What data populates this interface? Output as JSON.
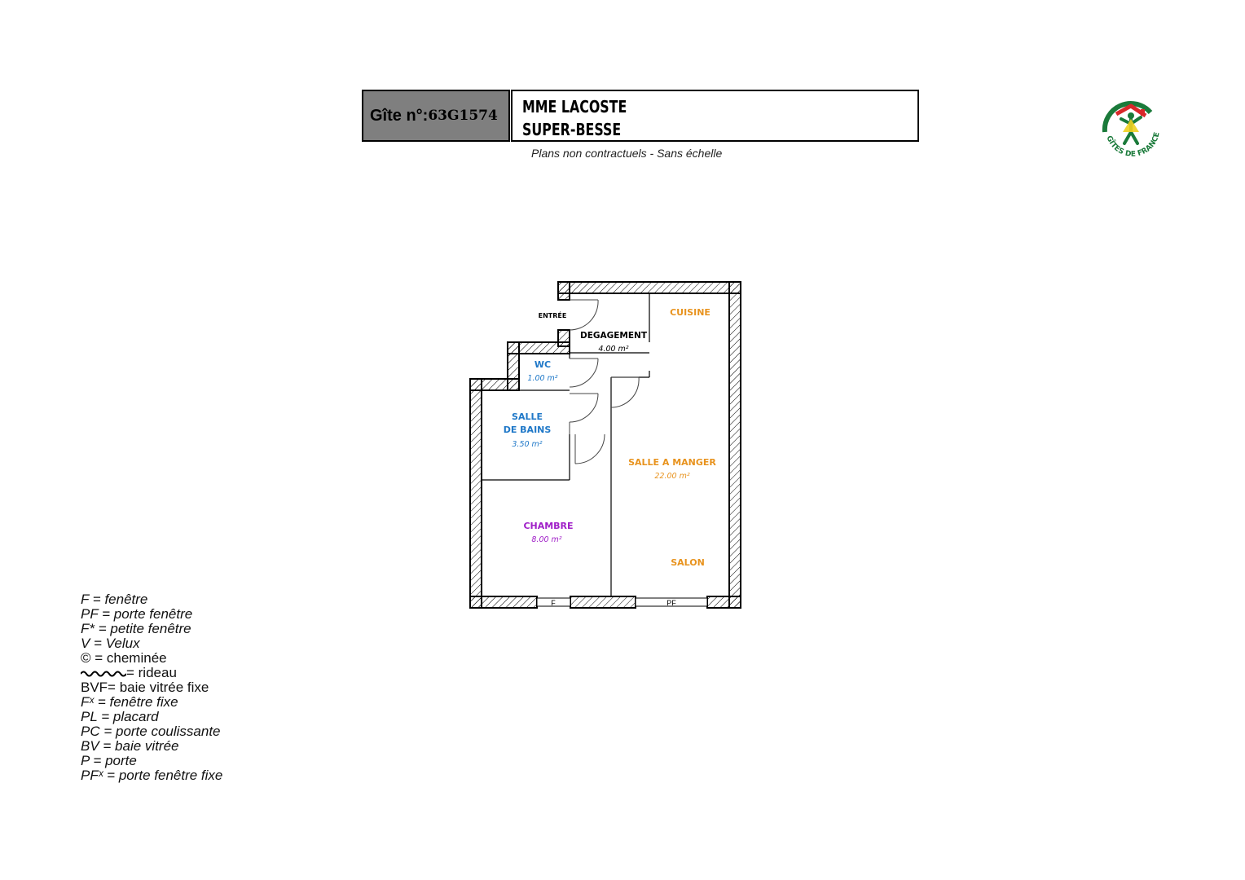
{
  "header": {
    "gite_label": "Gîte n°:",
    "gite_number": "63G1574",
    "owner": "MME LACOSTE",
    "place": "SUPER-BESSE",
    "subtitle": "Plans non contractuels - Sans échelle"
  },
  "logo": {
    "text": "GÎTES DE FRANCE",
    "icon": "gites-de-france-logo"
  },
  "rooms": {
    "entree": {
      "name": "ENTRÉE"
    },
    "degagement": {
      "name": "DEGAGEMENT",
      "area": "4.00 m²"
    },
    "wc": {
      "name": "WC",
      "area": "1.00 m²"
    },
    "salle_de_bains": {
      "name1": "SALLE",
      "name2": "DE BAINS",
      "area": "3.50 m²"
    },
    "cuisine": {
      "name": "CUISINE"
    },
    "salle_a_manger": {
      "name": "SALLE A MANGER",
      "area": "22.00 m²"
    },
    "salon": {
      "name": "SALON"
    },
    "chambre": {
      "name": "CHAMBRE",
      "area": "8.00 m²"
    }
  },
  "openings": {
    "window": "F",
    "french_window": "PF"
  },
  "colors": {
    "blue": "#1f78c8",
    "orange": "#e8931e",
    "purple": "#a020c8",
    "black": "#000000",
    "logo_green": "#1a7a3a",
    "logo_red": "#d8282a",
    "logo_yellow": "#f0d020"
  },
  "legend": [
    {
      "text": "F = fenêtre",
      "italic": true
    },
    {
      "text": "PF = porte fenêtre",
      "italic": true
    },
    {
      "text": "F* = petite fenêtre",
      "italic": true
    },
    {
      "text": "V = Velux",
      "italic": true
    },
    {
      "text": "© = cheminée",
      "italic": false
    },
    {
      "text": "= rideau",
      "italic": false,
      "wave": true
    },
    {
      "text": "BVF= baie vitrée fixe",
      "italic": false
    },
    {
      "text": "Fˣ = fenêtre fixe",
      "italic": true
    },
    {
      "text": "PL = placard",
      "italic": true
    },
    {
      "text": "PC = porte coulissante",
      "italic": true
    },
    {
      "text": "BV = baie vitrée",
      "italic": true
    },
    {
      "text": "P = porte",
      "italic": true
    },
    {
      "text": "PFˣ = porte fenêtre fixe",
      "italic": true
    }
  ]
}
